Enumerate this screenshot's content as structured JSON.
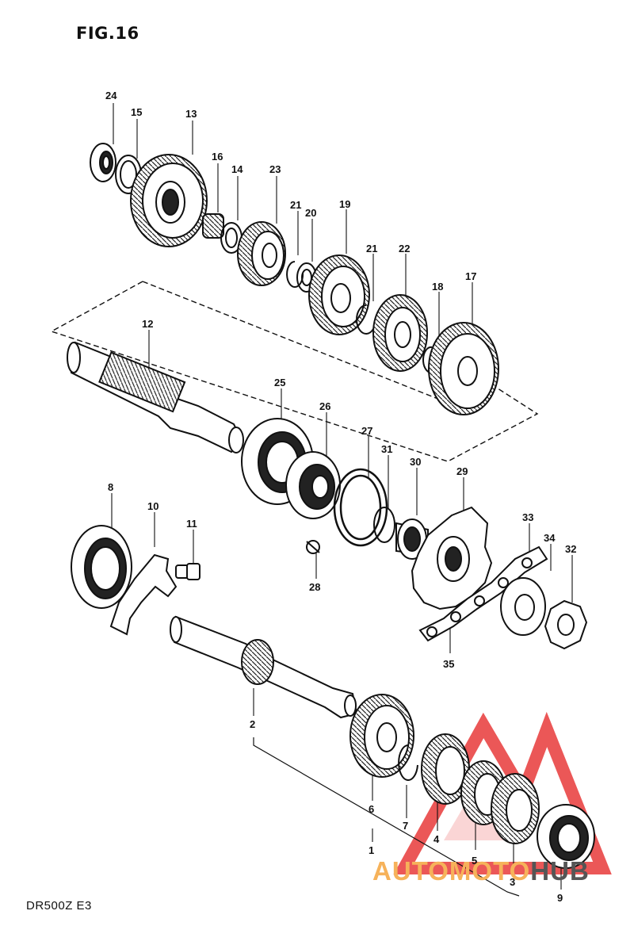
{
  "figure": {
    "title": "FIG.16",
    "model": "DR500Z  E3"
  },
  "watermark": {
    "part1": "AUTO",
    "part2": "MOTO",
    "part3": "HUB",
    "brand_color": "#f6b25a",
    "triangle_color": "#e83a3a",
    "hub_color": "#555555"
  },
  "callouts": {
    "n1": "1",
    "n2": "2",
    "n3": "3",
    "n4": "4",
    "n5": "5",
    "n6": "6",
    "n7": "7",
    "n8": "8",
    "n9": "9",
    "n10": "10",
    "n11": "11",
    "n12": "12",
    "n13": "13",
    "n14": "14",
    "n15": "15",
    "n16": "16",
    "n17": "17",
    "n18": "18",
    "n19": "19",
    "n20": "20",
    "n21a": "21",
    "n21b": "21",
    "n22": "22",
    "n23": "23",
    "n24": "24",
    "n25": "25",
    "n26": "26",
    "n27": "27",
    "n28": "28",
    "n29": "29",
    "n30": "30",
    "n31": "31",
    "n32": "32",
    "n33": "33",
    "n34": "34",
    "n35": "35"
  }
}
